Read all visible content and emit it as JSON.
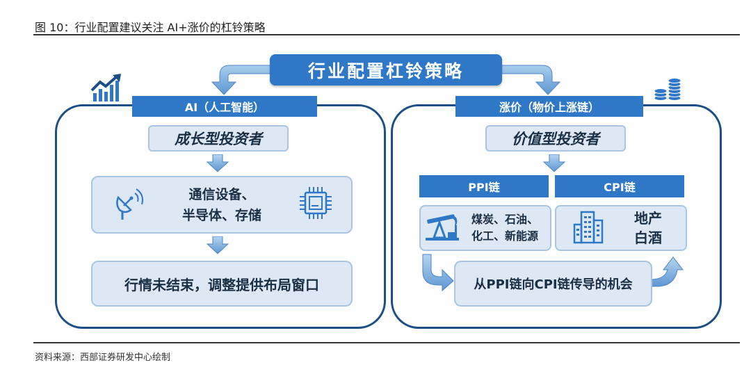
{
  "figure_title": "图 10：行业配置建议关注 AI+涨价的杠铃策略",
  "main_title": "行业配置杠铃策略",
  "left": {
    "header": "AI（人工智能）",
    "investor": "成长型投资者",
    "sectors_line1": "通信设备、",
    "sectors_line2": "半导体、存储",
    "conclusion": "行情未结束，调整提供布局窗口",
    "icons": [
      "growth-chart-icon",
      "satellite-dish-icon",
      "chip-icon"
    ]
  },
  "right": {
    "header": "涨价（物价上涨链）",
    "investor": "价值型投资者",
    "ppi_header": "PPI链",
    "cpi_header": "CPI链",
    "ppi_line1": "煤炭、石油、",
    "ppi_line2": "化工、新能源",
    "cpi_line1": "地产",
    "cpi_line2": "白酒",
    "transmission": "从PPI链向CPI链传导的机会",
    "icons": [
      "coins-icon",
      "oil-pump-icon",
      "buildings-icon"
    ]
  },
  "source": "资料来源：西部证券研发中心绘制",
  "colors": {
    "accent": "#2f78c8",
    "panel_border": "#1c4f86",
    "pale_fill": "#dde8f4",
    "arrow": "#7fb0e0"
  }
}
